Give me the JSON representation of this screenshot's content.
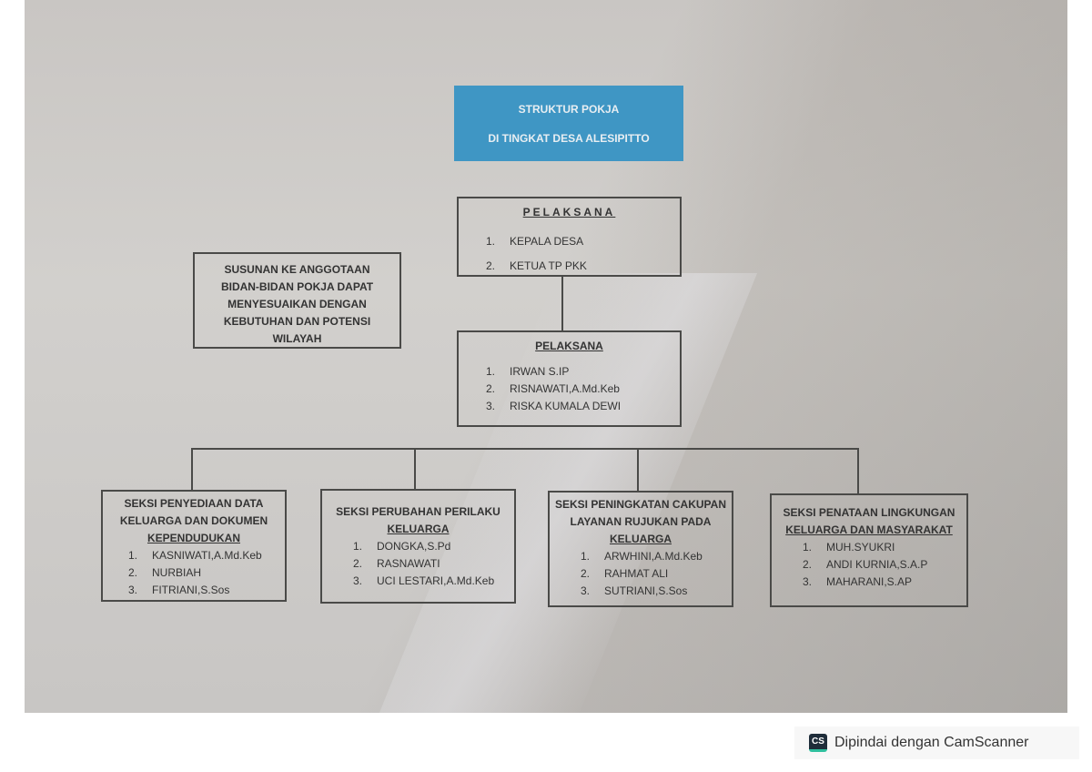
{
  "title": {
    "line1": "STRUKTUR POKJA",
    "line2": "DI TINGKAT DESA ALESIPITTO",
    "color": "#3f96c4"
  },
  "pelaksana_top": {
    "heading": "PELAKSANA",
    "members": [
      {
        "num": "1.",
        "name": "KEPALA DESA"
      },
      {
        "num": "2.",
        "name": "KETUA TP PKK"
      }
    ]
  },
  "note": {
    "lines": [
      "SUSUNAN KE ANGGOTAAN",
      "BIDAN-BIDAN POKJA DAPAT",
      "MENYESUAIKAN DENGAN",
      "KEBUTUHAN DAN POTENSI",
      "WILAYAH"
    ]
  },
  "pelaksana_mid": {
    "heading": "PELAKSANA",
    "members": [
      {
        "num": "1.",
        "name": "IRWAN S.IP"
      },
      {
        "num": "2.",
        "name": "RISNAWATI,A.Md.Keb"
      },
      {
        "num": "3.",
        "name": "RISKA KUMALA DEWI"
      }
    ]
  },
  "seksi": [
    {
      "title_plain": [
        "SEKSI PENYEDIAAN DATA",
        "KELUARGA DAN DOKUMEN"
      ],
      "title_underlined": "KEPENDUDUKAN",
      "members": [
        {
          "num": "1.",
          "name": "KASNIWATI,A.Md.Keb"
        },
        {
          "num": "2.",
          "name": "NURBIAH"
        },
        {
          "num": "3.",
          "name": "FITRIANI,S.Sos"
        }
      ]
    },
    {
      "title_plain": [
        "SEKSI PERUBAHAN PERILAKU"
      ],
      "title_underlined": "KELUARGA",
      "members": [
        {
          "num": "1.",
          "name": "DONGKA,S.Pd"
        },
        {
          "num": "2.",
          "name": "RASNAWATI"
        },
        {
          "num": "3.",
          "name": "UCI LESTARI,A.Md.Keb"
        }
      ]
    },
    {
      "title_plain": [
        "SEKSI PENINGKATAN CAKUPAN",
        "LAYANAN RUJUKAN PADA"
      ],
      "title_underlined": "KELUARGA",
      "members": [
        {
          "num": "1.",
          "name": "ARWHINI,A.Md.Keb"
        },
        {
          "num": "2.",
          "name": "RAHMAT ALI"
        },
        {
          "num": "3.",
          "name": "SUTRIANI,S.Sos"
        }
      ]
    },
    {
      "title_plain": [
        "SEKSI PENATAAN LINGKUNGAN"
      ],
      "title_underlined": "KELUARGA DAN MASYARAKAT",
      "members": [
        {
          "num": "1.",
          "name": "MUH.SYUKRI"
        },
        {
          "num": "2.",
          "name": "ANDI KURNIA,S.A.P"
        },
        {
          "num": "3.",
          "name": "MAHARANI,S.AP"
        }
      ]
    }
  ],
  "watermark": {
    "icon": "CS",
    "text": "Dipindai dengan CamScanner"
  }
}
